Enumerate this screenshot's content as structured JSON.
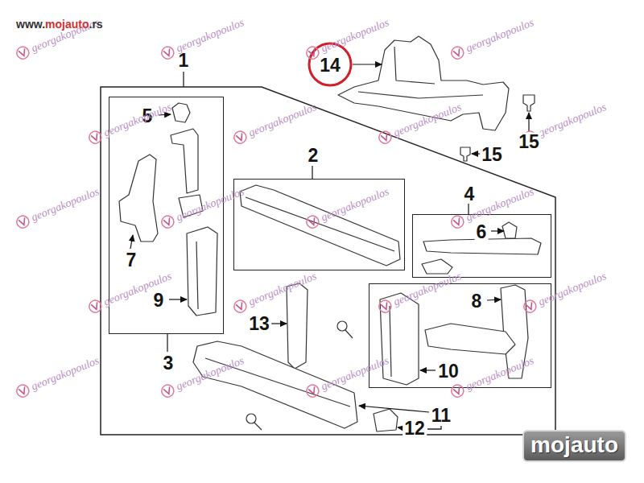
{
  "diagram": {
    "nodes": [
      {
        "text": [
          "1",
          "13",
          "11",
          "12"
        ]
      },
      {
        "text": [
          "3",
          "5",
          "7",
          "9"
        ],
        "in": 0
      },
      {
        "text": [
          "2"
        ],
        "in": 0
      },
      {
        "text": [
          "4",
          "6"
        ],
        "in": 0
      },
      {
        "text": [
          "8",
          "10"
        ],
        "in": 0
      }
    ],
    "labels": [
      "www.",
      "mojauto",
      ".rs",
      "14",
      "15",
      "15",
      "georgakopoulos",
      "georgakopoulos",
      "georgakopoulos",
      "georgakopoulos",
      "georgakopoulos",
      "georgakopoulos",
      "georgakopoulos",
      "georgakopoulos",
      "georgakopoulos",
      "georgakopoulos",
      "georgakopoulos",
      "georgakopoulos",
      "georgakopoulos",
      "georgakopoulos",
      "georgakopoulos",
      "georgakopoulos",
      "georgakopoulos",
      "georgakopoulos",
      "georgakopoulos",
      "georgakopoulos",
      "mojauto"
    ]
  }
}
